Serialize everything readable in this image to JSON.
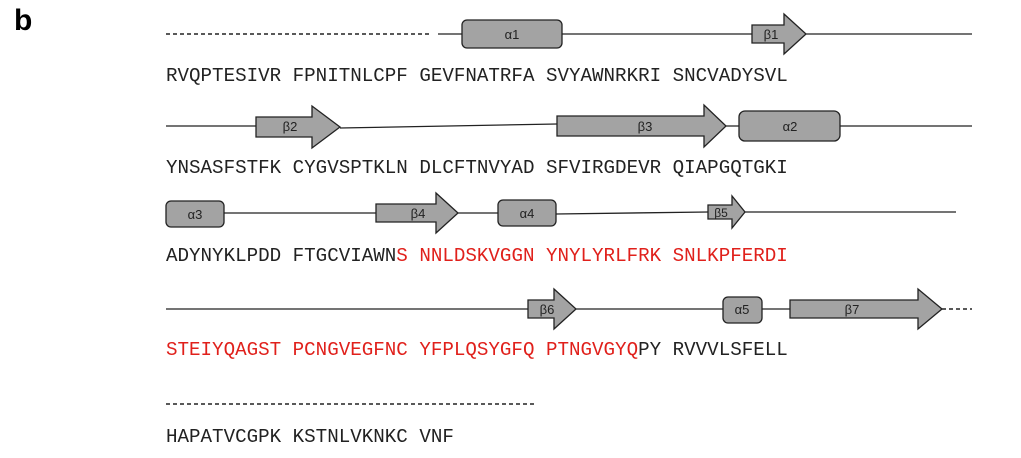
{
  "panel_label": "b",
  "colors": {
    "normal_text": "#222222",
    "highlight_text": "#e0201b",
    "element_fill": "#a3a3a3",
    "element_stroke": "#222222"
  },
  "sequence_lines": [
    {
      "segments": [
        {
          "text": "RVQPTESIVR FPNITNLCPF GEVFNATRFA SVYAWNRKRI SNCVADYSVL",
          "highlight": false
        }
      ]
    },
    {
      "segments": [
        {
          "text": "YNSASFSTFK CYGVSPTKLN DLCFTNVYAD SFVIRGDEVR QIAPGQTGKI",
          "highlight": false
        }
      ]
    },
    {
      "segments": [
        {
          "text": "ADYNYKLPDD FTGCVIAWN",
          "highlight": false
        },
        {
          "text": "S NNLDSKVGGN YNYLYRLFRK SNLKPFERDI",
          "highlight": true
        }
      ]
    },
    {
      "segments": [
        {
          "text": "STEIYQAGST PCNGVEGFNC YFPLQSYGFQ PTNGVGYQ",
          "highlight": true
        },
        {
          "text": "PY RVVVLSFELL",
          "highlight": false
        }
      ]
    },
    {
      "segments": [
        {
          "text": "HAPATVCGPK KSTNLVKNKC VNF",
          "highlight": false
        }
      ]
    }
  ],
  "structure_elements": [
    {
      "type": "helix",
      "label": "α1",
      "row": 0
    },
    {
      "type": "strand",
      "label": "β1",
      "row": 0
    },
    {
      "type": "strand",
      "label": "β2",
      "row": 1
    },
    {
      "type": "strand",
      "label": "β3",
      "row": 1
    },
    {
      "type": "helix",
      "label": "α2",
      "row": 1
    },
    {
      "type": "helix",
      "label": "α3",
      "row": 2
    },
    {
      "type": "strand",
      "label": "β4",
      "row": 2
    },
    {
      "type": "helix",
      "label": "α4",
      "row": 2
    },
    {
      "type": "strand",
      "label": "β5",
      "row": 2
    },
    {
      "type": "strand",
      "label": "β6",
      "row": 3
    },
    {
      "type": "helix",
      "label": "α5",
      "row": 3
    },
    {
      "type": "strand",
      "label": "β7",
      "row": 3
    }
  ]
}
